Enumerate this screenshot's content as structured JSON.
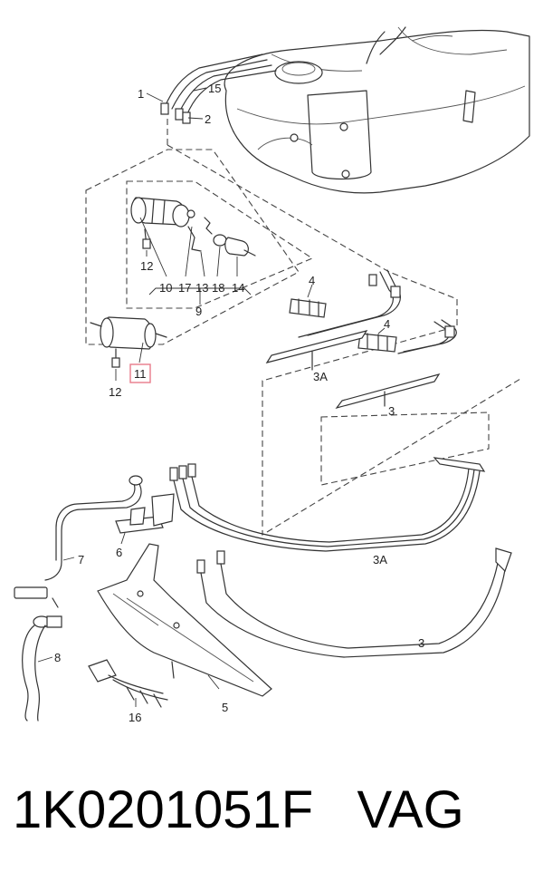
{
  "callouts": {
    "c1": "1",
    "c15": "15",
    "c2": "2",
    "c10": "10",
    "c17": "17",
    "c13": "13",
    "c18": "18",
    "c14": "14",
    "c12a": "12",
    "c9": "9",
    "c11": "11",
    "c12b": "12",
    "c4a": "4",
    "c4b": "4",
    "c3A_top": "3A",
    "c3_top": "3",
    "c6": "6",
    "c7": "7",
    "c8": "8",
    "c16": "16",
    "c5": "5",
    "c3A_bottom": "3A",
    "c3_bottom": "3"
  },
  "highlight_color": "#e87a8a",
  "caption": {
    "part_number": "1K0201051F",
    "brand": "VAG"
  }
}
